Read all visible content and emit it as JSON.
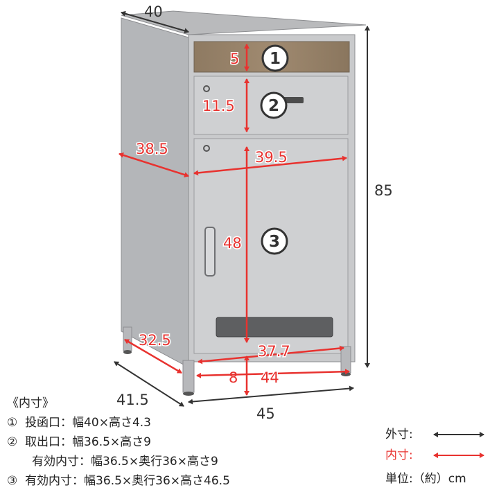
{
  "dimensions": {
    "outer_width_top": "40",
    "outer_height": "85",
    "outer_width_bottom": "45",
    "outer_depth": "41.5",
    "inner_slot_height": "5",
    "inner_drawer_height": "11.5",
    "inner_side_depth": "38.5",
    "inner_door_width": "39.5",
    "inner_door_height": "48",
    "inner_bottom_depth": "32.5",
    "inner_bottom_width": "37.7",
    "leg_height": "8",
    "base_width": "44"
  },
  "badges": [
    "1",
    "2",
    "3"
  ],
  "notes": {
    "heading": "《内寸》",
    "lines": [
      {
        "marker": "①",
        "text": "投函口：幅40×高さ4.3"
      },
      {
        "marker": "②",
        "text": "取出口：幅36.5×高さ9"
      },
      {
        "marker": "",
        "text": "有効内寸：幅36.5×奥行36×高さ9"
      },
      {
        "marker": "③",
        "text": "有効内寸：幅36.5×奥行36×高さ46.5"
      }
    ]
  },
  "legend": {
    "outer_label": "外寸:",
    "inner_label": "内寸:",
    "unit": "単位:（約）cm",
    "colors": {
      "outer": "#333333",
      "inner": "#e8322f"
    }
  }
}
